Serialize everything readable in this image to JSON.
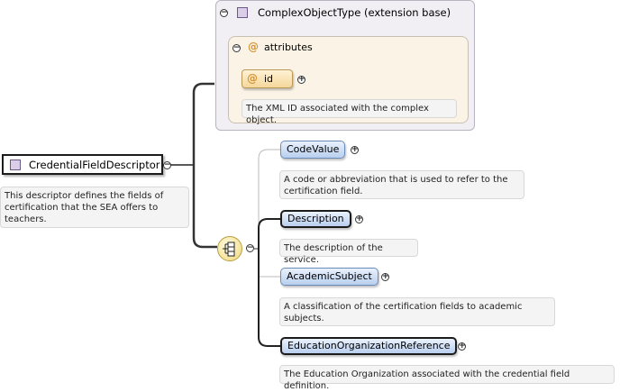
{
  "root": {
    "name": "CredentialFieldDescriptor",
    "description": "This descriptor defines the fields of certification that the SEA offers to teachers."
  },
  "extension": {
    "title": "ComplexObjectType (extension base)",
    "attributes_label": "attributes",
    "attribute": {
      "name": "id",
      "description": "The XML ID associated with the complex object."
    }
  },
  "sequence": {
    "elements": [
      {
        "name": "CodeValue",
        "description": "A code or abbreviation that is used to refer to the certification field.",
        "required": false
      },
      {
        "name": "Description",
        "description": "The description of the service.",
        "required": true
      },
      {
        "name": "AcademicSubject",
        "description": "A classification of the certification fields to academic subjects.",
        "required": false
      },
      {
        "name": "EducationOrganizationReference",
        "description": "The Education Organization associated with the credential field definition.",
        "required": true
      }
    ]
  },
  "icons": {
    "collapse": "minus-circle-icon",
    "expand": "plus-circle-icon",
    "complex_type": "complex-type-icon",
    "attribute": "attribute-icon",
    "sequence": "sequence-compositor-icon"
  },
  "colors": {
    "element_fill": "#b9cfee",
    "attribute_fill": "#f5d79a",
    "group_bg": "#f1eff4",
    "attribute_group_bg": "#fbf4e6"
  }
}
